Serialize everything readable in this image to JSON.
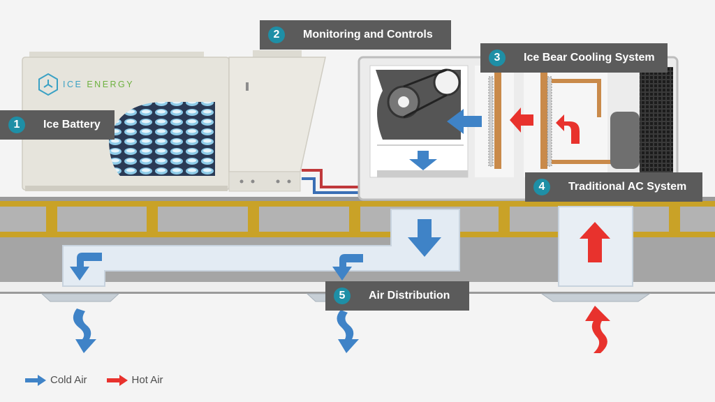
{
  "callouts": [
    {
      "number": "1",
      "label": "Ice Battery"
    },
    {
      "number": "2",
      "label": "Monitoring and Controls"
    },
    {
      "number": "3",
      "label": "Ice Bear Cooling System"
    },
    {
      "number": "4",
      "label": "Traditional AC System"
    },
    {
      "number": "5",
      "label": "Air Distribution"
    }
  ],
  "brand": {
    "word1": "ICE",
    "word2": "ENERGY"
  },
  "legend": {
    "cold_label": "Cold Air",
    "hot_label": "Hot Air"
  },
  "colors": {
    "cold_air": "#3f83c7",
    "hot_air": "#e8322d",
    "callout_bg": "#5b5b5b",
    "badge": "#1e8fa6",
    "beam": "#c9a227"
  }
}
